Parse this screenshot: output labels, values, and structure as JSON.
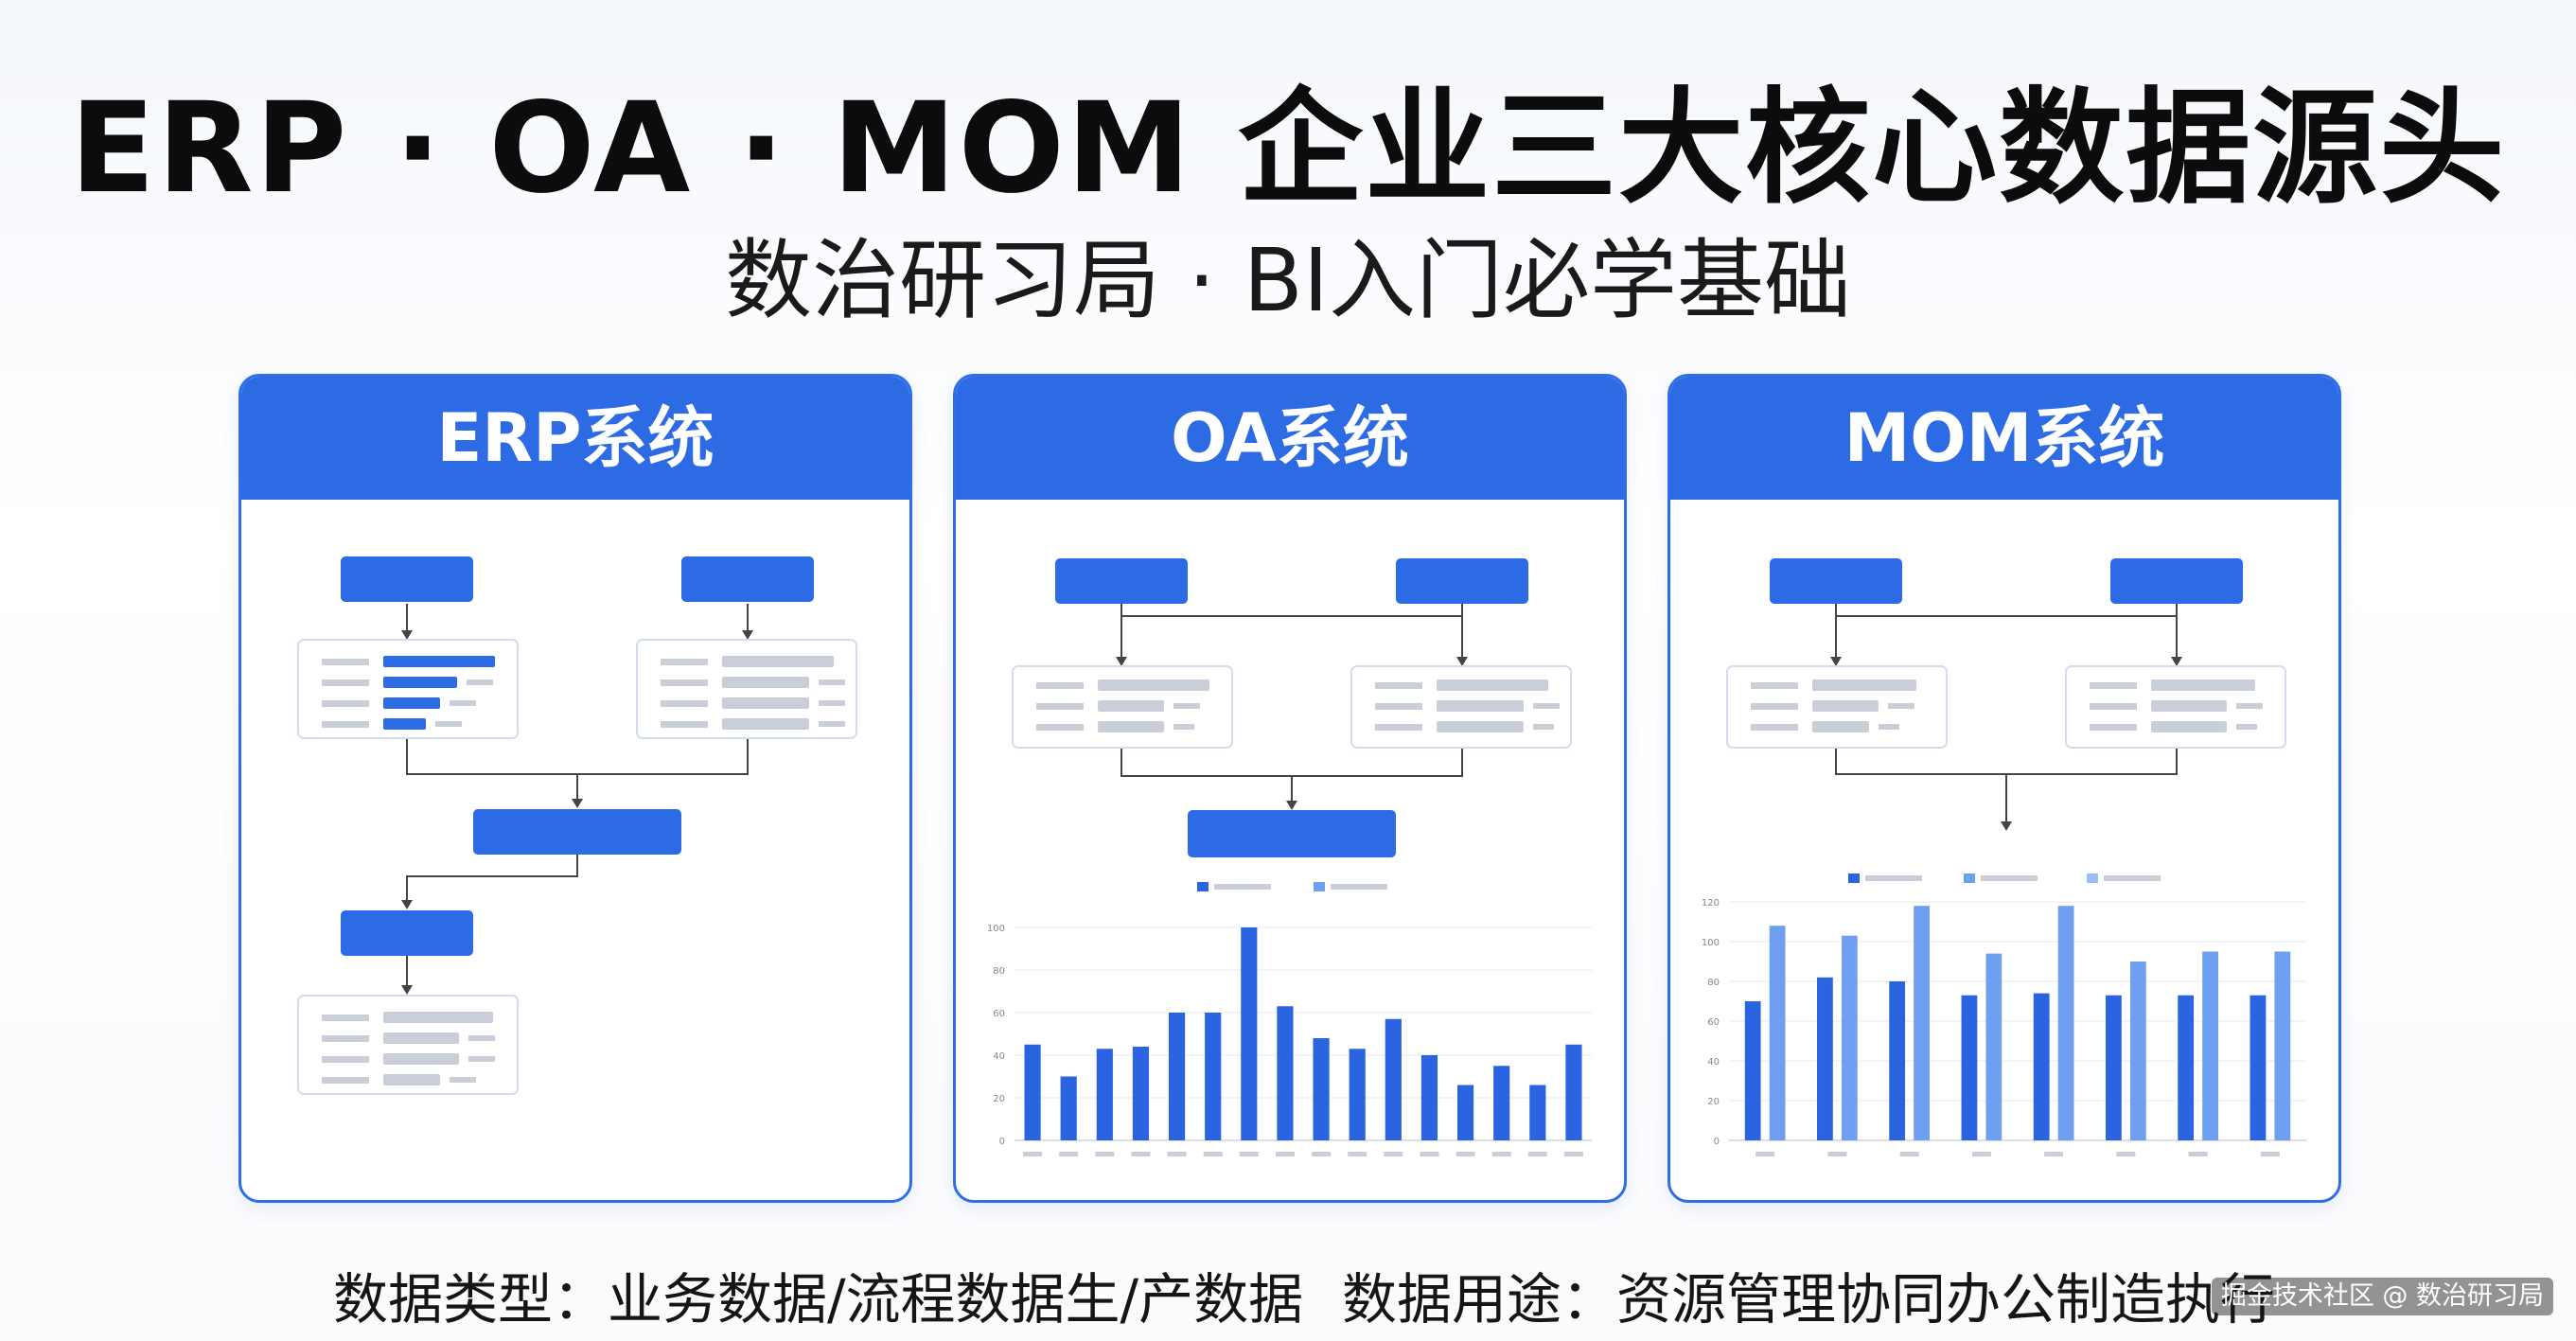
{
  "title": "ERP · OA · MOM 企业三大核心数据源头",
  "subtitle": "数治研习局 · BI入门必学基础",
  "colors": {
    "accent": "#2d6be4",
    "bar_dark": "#2a64e0",
    "bar_light": "#6e9ff0",
    "placeholder": "#c9ced8"
  },
  "panels": [
    {
      "title": "ERP系统"
    },
    {
      "title": "OA系统"
    },
    {
      "title": "MOM系统"
    }
  ],
  "footer": {
    "types": "数据类型：业务数据/流程数据生/产数据",
    "uses": "数据用途：资源管理协同办公制造执行"
  },
  "watermark": "掘金技术社区 @ 数治研习局",
  "chart_data": [
    {
      "type": "bar",
      "panel": "OA系统",
      "yticks": [
        0,
        20,
        40,
        60,
        80,
        100
      ],
      "ylim": [
        0,
        100
      ],
      "series": [
        {
          "values": [
            45,
            30,
            43,
            44,
            60,
            60,
            100,
            63,
            48,
            43,
            57,
            40,
            26,
            35,
            26,
            45
          ]
        }
      ]
    },
    {
      "type": "bar",
      "panel": "MOM系统",
      "yticks": [
        0,
        20,
        40,
        60,
        80,
        100,
        120
      ],
      "ylim": [
        0,
        120
      ],
      "series": [
        {
          "values": [
            70,
            82,
            80,
            73,
            74,
            73,
            73,
            73
          ]
        },
        {
          "values": [
            108,
            103,
            118,
            94,
            118,
            90,
            95,
            95
          ]
        }
      ]
    }
  ]
}
